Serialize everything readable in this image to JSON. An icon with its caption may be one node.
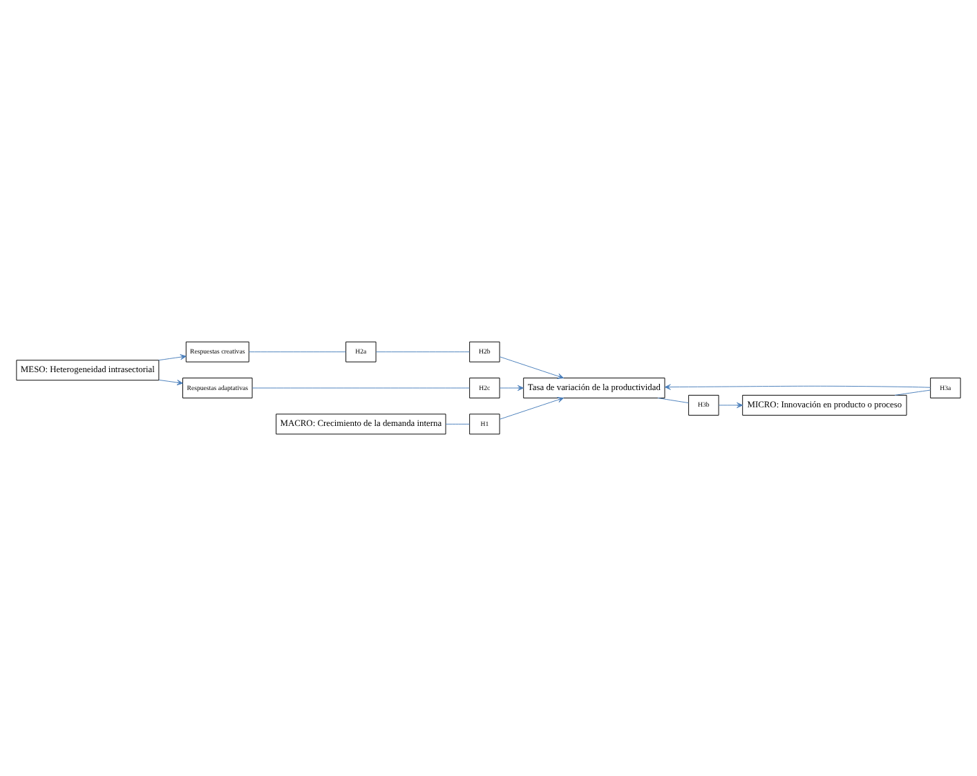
{
  "diagram": {
    "nodes": [
      {
        "text": [
          "MESO: Heterogeneidad intrasectorial"
        ]
      },
      {
        "text": [
          "Respuestas creativas"
        ]
      },
      {
        "text": [
          "Respuestas adaptativas"
        ]
      },
      {
        "text": [
          "H2a"
        ]
      },
      {
        "text": [
          "H2b"
        ]
      },
      {
        "text": [
          "H2c"
        ]
      },
      {
        "text": [
          "MICRO: Innovación en producto o proceso"
        ]
      },
      {
        "text": [
          "H3a"
        ]
      },
      {
        "text": [
          "H3b"
        ]
      },
      {
        "text": [
          "Tasa de variación de la productividad"
        ]
      },
      {
        "text": [
          "MACRO: Crecimiento de la demanda interna"
        ]
      },
      {
        "text": [
          "H1"
        ]
      }
    ],
    "edges": [
      {
        "from": 0,
        "to": 1,
        "arrow": "to"
      },
      {
        "from": 0,
        "to": 2,
        "arrow": "to"
      },
      {
        "from": 1,
        "to": 3,
        "arrow": "none"
      },
      {
        "from": 3,
        "to": 4,
        "arrow": "none"
      },
      {
        "from": 4,
        "to": 9,
        "arrow": "to"
      },
      {
        "from": 2,
        "to": 5,
        "arrow": "none"
      },
      {
        "from": 5,
        "to": 9,
        "arrow": "to"
      },
      {
        "from": 6,
        "to": 7,
        "arrow": "none"
      },
      {
        "from": 7,
        "to": 9,
        "arrow": "to"
      },
      {
        "from": 9,
        "to": 8,
        "arrow": "none"
      },
      {
        "from": 8,
        "to": 6,
        "arrow": "to"
      },
      {
        "from": 10,
        "to": 11,
        "arrow": "none"
      },
      {
        "from": 11,
        "to": 9,
        "arrow": "to"
      }
    ]
  }
}
